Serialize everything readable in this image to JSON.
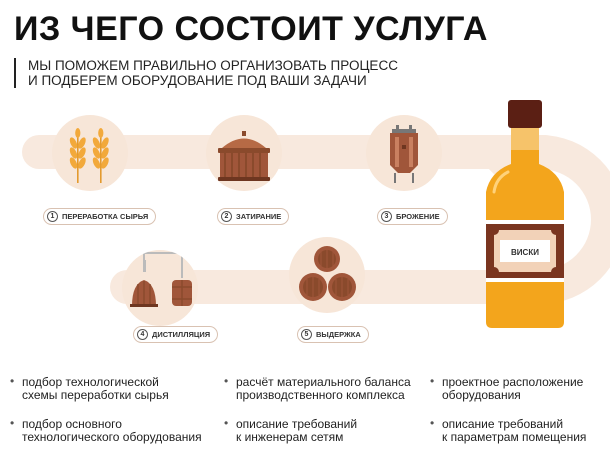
{
  "title": "ИЗ ЧЕГО СОСТОИТ УСЛУГА",
  "subtitle": {
    "line1": "МЫ ПОМОЖЕМ ПРАВИЛЬНО ОРГАНИЗОВАТЬ ПРОЦЕСС",
    "line2": "И ПОДБЕРЕМ ОБОРУДОВАНИЕ ПОД ВАШИ ЗАДАЧИ"
  },
  "steps": [
    {
      "num": "1",
      "label": "ПЕРЕРАБОТКА СЫРЬЯ",
      "icon": "wheat-icon"
    },
    {
      "num": "2",
      "label": "ЗАТИРАНИЕ",
      "icon": "mash-tun-icon"
    },
    {
      "num": "3",
      "label": "БРОЖЕНИЕ",
      "icon": "fermenter-icon"
    },
    {
      "num": "4",
      "label": "ДИСТИЛЛЯЦИЯ",
      "icon": "still-icon"
    },
    {
      "num": "5",
      "label": "ВЫДЕРЖКА",
      "icon": "barrels-icon"
    }
  ],
  "bottle_label": "ВИСКИ",
  "services": [
    {
      "line1": "подбор технологической",
      "line2": "схемы переработки сырья"
    },
    {
      "line1": "расчёт материального баланса",
      "line2": "производственного комплекса"
    },
    {
      "line1": "проектное расположение",
      "line2": "оборудования"
    },
    {
      "line1": "подбор основного",
      "line2": "технологического оборудования"
    },
    {
      "line1": "описание требований",
      "line2": "к инженерам сетям"
    },
    {
      "line1": "описание требований",
      "line2": "к параметрам помещения"
    }
  ],
  "colors": {
    "band": "#f8e9de",
    "copper": "#a0563a",
    "wood": "#8a4a2c",
    "whisky": "#f3a51c",
    "bottle_dark": "#5b1f14"
  }
}
